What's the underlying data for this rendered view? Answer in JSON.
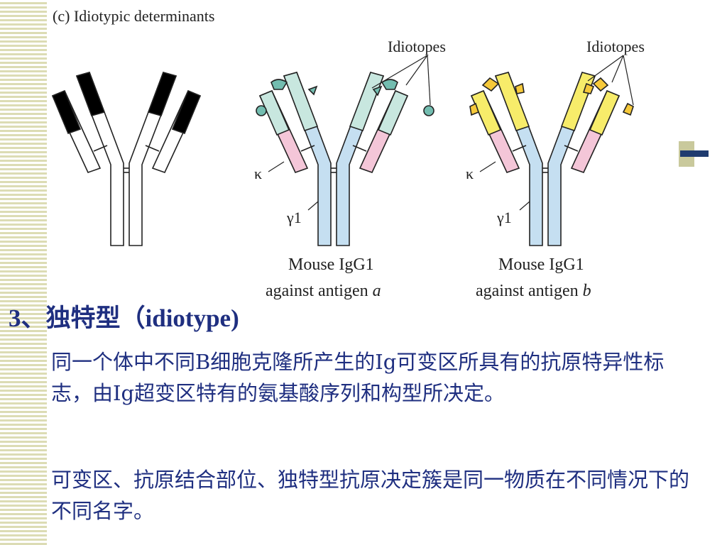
{
  "figure": {
    "title": "(c) Idiotypic determinants",
    "idiotopes_label": "Idiotopes",
    "kappa_label": "κ",
    "gamma_label": "γ1",
    "antibody_a": {
      "line1": "Mouse IgG1",
      "line2_prefix": "against antigen ",
      "line2_antigen": "a"
    },
    "antibody_b": {
      "line1": "Mouse IgG1",
      "line2_prefix": "against antigen ",
      "line2_antigen": "b"
    },
    "colors": {
      "variable_black": "#000000",
      "light_blue": "#c5dff1",
      "pink": "#f4c6d8",
      "mint": "#c8e7df",
      "teal_marker": "#73bdb0",
      "yellow": "#f7ec6a",
      "gold_marker": "#f6c93a"
    }
  },
  "heading": "3、独特型（idiotype)",
  "paragraphs": [
    "同一个体中不同B细胞克隆所产生的Ig可变区所具有的抗原特异性标志，由Ig超变区特有的氨基酸序列和构型所决定。",
    "可变区、抗原结合部位、独特型抗原决定簇是同一物质在不同情况下的不同名字。"
  ]
}
